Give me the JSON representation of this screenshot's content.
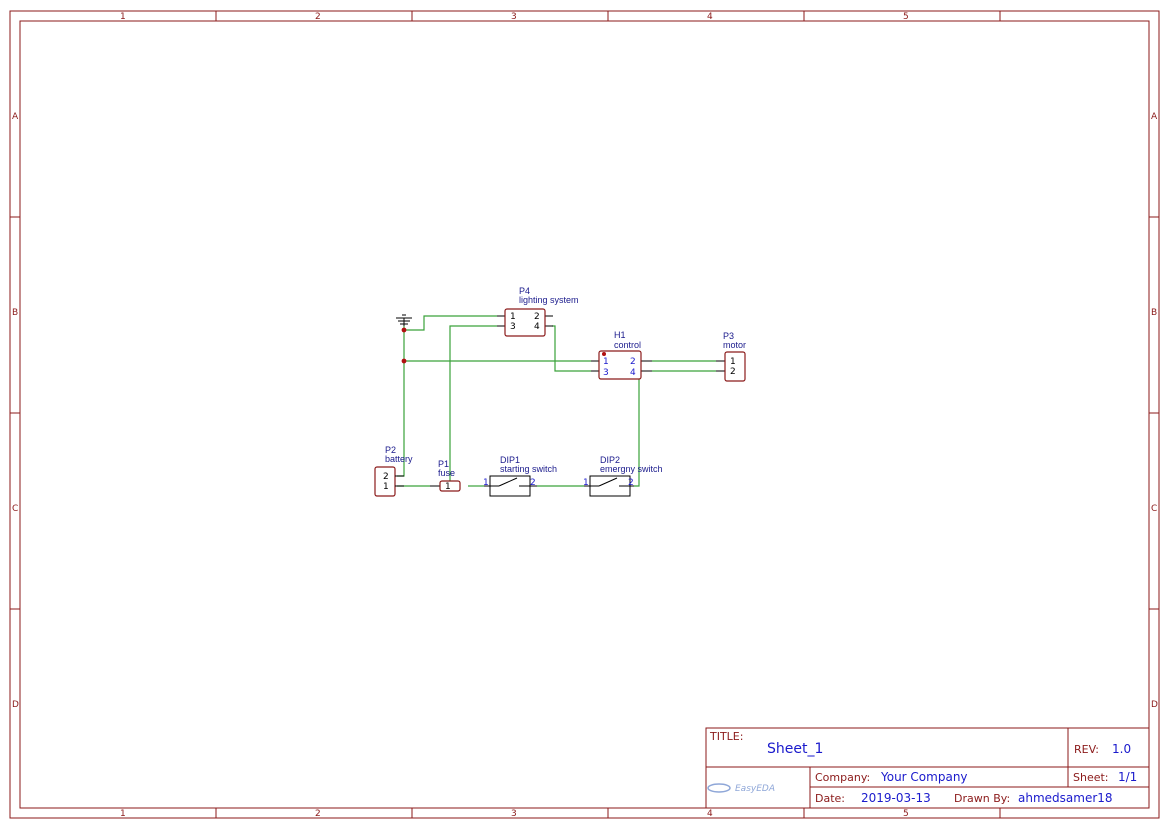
{
  "zones": {
    "columns": [
      "1",
      "2",
      "3",
      "4",
      "5"
    ],
    "rows": [
      "A",
      "B",
      "C",
      "D"
    ]
  },
  "components": {
    "p4": {
      "ref": "P4",
      "value": "lighting system",
      "pins": [
        "1",
        "2",
        "3",
        "4"
      ]
    },
    "h1": {
      "ref": "H1",
      "value": "control",
      "pins": [
        "1",
        "2",
        "3",
        "4"
      ]
    },
    "p3": {
      "ref": "P3",
      "value": "motor",
      "pins": [
        "1",
        "2"
      ]
    },
    "p2": {
      "ref": "P2",
      "value": "battery",
      "pins": [
        "2",
        "1"
      ]
    },
    "p1": {
      "ref": "P1",
      "value": "fuse",
      "pins": [
        "1"
      ]
    },
    "dip1": {
      "ref": "DIP1",
      "value": "starting switch",
      "pins": [
        "1",
        "2"
      ]
    },
    "dip2": {
      "ref": "DIP2",
      "value": "emergny switch",
      "pins": [
        "1",
        "2"
      ]
    }
  },
  "title_block": {
    "title_label": "TITLE:",
    "title": "Sheet_1",
    "rev_label": "REV:",
    "rev": "1.0",
    "company_label": "Company:",
    "company": "Your Company",
    "sheet_label": "Sheet:",
    "sheet": "1/1",
    "date_label": "Date:",
    "date": "2019-03-13",
    "drawn_by_label": "Drawn By:",
    "drawn_by": "ahmedsamer18",
    "logo_text": "EasyEDA"
  },
  "colors": {
    "frame": "#8b1a1a",
    "wire": "#3aa23a",
    "label": "#1a1a8c",
    "value": "#1a1acc"
  }
}
